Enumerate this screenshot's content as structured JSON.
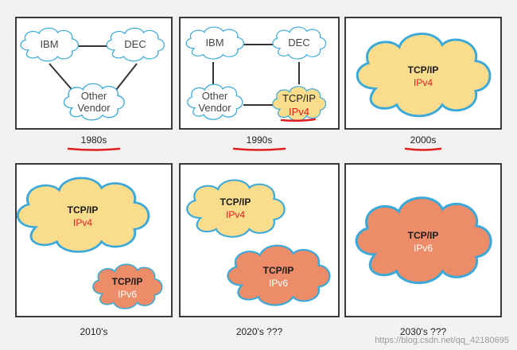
{
  "panels": [
    {
      "caption": "1980s",
      "labels": {
        "ibm": "IBM",
        "dec": "DEC",
        "other_line1": "Other",
        "other_line2": "Vendor"
      }
    },
    {
      "caption": "1990s",
      "labels": {
        "ibm": "IBM",
        "dec": "DEC",
        "other_line1": "Other",
        "other_line2": "Vendor",
        "tcp": "TCP/IP",
        "ipv4": "IPv4"
      }
    },
    {
      "caption": "2000s",
      "labels": {
        "tcp": "TCP/IP",
        "ipv4": "IPv4"
      }
    },
    {
      "caption": "2010's",
      "labels": {
        "tcp_a": "TCP/IP",
        "ipv4": "IPv4",
        "tcp_b": "TCP/IP",
        "ipv6": "IPv6"
      }
    },
    {
      "caption": "2020's ???",
      "labels": {
        "tcp_a": "TCP/IP",
        "ipv4": "IPv4",
        "tcp_b": "TCP/IP",
        "ipv6": "IPv6"
      }
    },
    {
      "caption": "2030's ???",
      "labels": {
        "tcp": "TCP/IP",
        "ipv6": "IPv6"
      }
    }
  ],
  "watermark": "https://blog.csdn.net/qq_42180695",
  "colors": {
    "frame": "#3a3a3a",
    "cloud_outline": "#3aa8d8",
    "ipv4_fill": "#f9dc8c",
    "ipv6_fill": "#ec8c68",
    "highlight": "#e02020"
  }
}
